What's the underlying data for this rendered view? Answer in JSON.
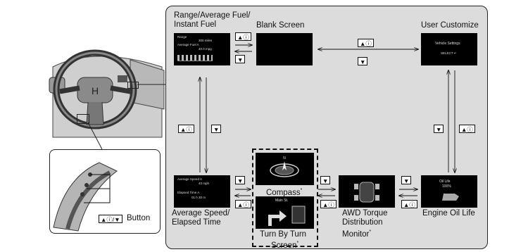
{
  "labels": {
    "range_line1": "Range/Average Fuel/",
    "range_line2": "Instant Fuel",
    "blank": "Blank Screen",
    "user_customize": "User Customize",
    "average_speed_line1": "Average Speed/",
    "average_speed_line2": "Elapsed Time",
    "compass": "Compass",
    "turn_line1": "Turn By Turn",
    "turn_line2": "Screen",
    "awd_line1": "AWD Torque",
    "awd_line2": "Distribution",
    "awd_line3": "Monitor",
    "engine_oil": "Engine Oil Life",
    "button": "Button",
    "asterisk": "*"
  },
  "buttons": {
    "up_info": "▲ⓘ",
    "down": "▼",
    "legend": "▲ⓘ/▼"
  },
  "screens": {
    "range": {
      "l1": "Range",
      "l2": "300 miles",
      "l3": "Average Fuel A",
      "l4": "40.0 mpg"
    },
    "user_customize": {
      "l1": "Vehicle Settings",
      "l2": "SELECT ↵"
    },
    "avg_speed": {
      "l1": "Average Speed A",
      "l2": "40 mph",
      "l3": "Elapsed Time A",
      "l4": "01 h 30 m"
    },
    "turn": {
      "l1": "Main St."
    },
    "engine_oil": {
      "l1": "Oil Life",
      "l2": "100%"
    }
  },
  "colors": {
    "panel": "#dcdcdc",
    "screen": "#000000",
    "stroke": "#111111"
  }
}
